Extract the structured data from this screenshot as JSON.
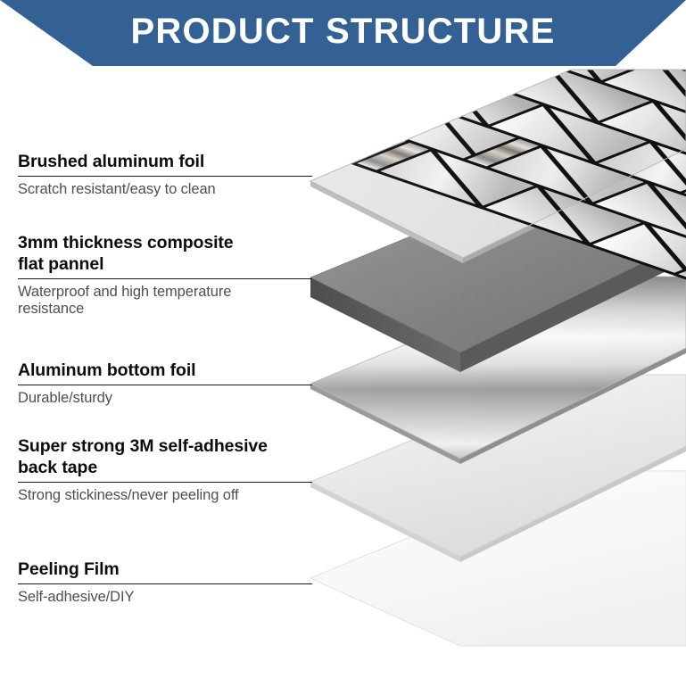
{
  "header": {
    "title": "PRODUCT STRUCTURE",
    "banner_color": "#336194",
    "text_color": "#ffffff"
  },
  "theme": {
    "background": "#ffffff",
    "title_text_color": "#0d0d0d",
    "subtitle_text_color": "#4f4f4f",
    "rule_color": "#1a1a1a",
    "panel_gray": "#8c8c8c",
    "panel_gray_edge": "#5e5e5e",
    "foil_silver_light": "#f2f2f2",
    "foil_silver_dark": "#8f8f8f",
    "tape_white": "#f0f0f0",
    "film_white": "#f7f7f7",
    "grout_black": "#111111"
  },
  "layers": [
    {
      "id": "brushed-aluminum-foil",
      "title": "Brushed aluminum foil",
      "subtitle": "Scratch resistant/easy to clean",
      "material": "mosaic-metal-tile"
    },
    {
      "id": "composite-flat-panel",
      "title": "3mm thickness composite\nflat pannel",
      "subtitle": "Waterproof and high temperature\nresistance",
      "material": "gray-composite-core"
    },
    {
      "id": "aluminum-bottom-foil",
      "title": "Aluminum bottom foil",
      "subtitle": "Durable/sturdy",
      "material": "brushed-silver-sheet"
    },
    {
      "id": "3m-back-tape",
      "title": "Super strong 3M self-adhesive\nback tape",
      "subtitle": "Strong stickiness/never peeling off",
      "material": "white-adhesive-sheet"
    },
    {
      "id": "peeling-film",
      "title": "Peeling Film",
      "subtitle": "Self-adhesive/DIY",
      "material": "translucent-film"
    }
  ]
}
